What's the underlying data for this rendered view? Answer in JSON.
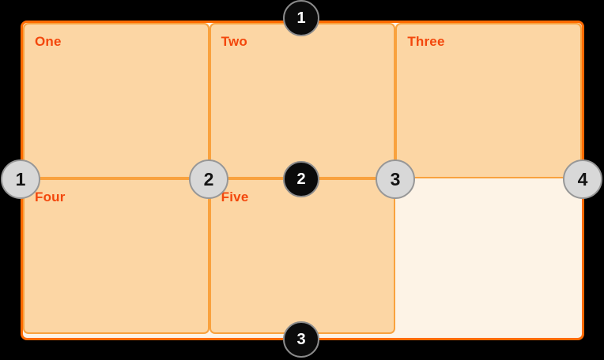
{
  "diagram": {
    "cells": [
      {
        "label": "One"
      },
      {
        "label": "Two"
      },
      {
        "label": "Three"
      },
      {
        "label": "Four"
      },
      {
        "label": "Five"
      }
    ],
    "row_line_markers": [
      {
        "number": "1"
      },
      {
        "number": "2"
      },
      {
        "number": "3"
      }
    ],
    "column_line_markers": [
      {
        "number": "1"
      },
      {
        "number": "2"
      },
      {
        "number": "3"
      },
      {
        "number": "4"
      }
    ]
  },
  "colors": {
    "background": "#000000",
    "container_border": "#ff6a00",
    "container_fill": "#fdf3e6",
    "cell_fill": "#fcd6a4",
    "cell_border": "#f9a23e",
    "label_color": "#f3470c",
    "row_marker_fill": "#0b0b0b",
    "row_marker_ring": "#8c8c8c",
    "row_marker_text": "#ffffff",
    "col_marker_fill": "#d8d8d8",
    "col_marker_ring": "#979797",
    "col_marker_text": "#141414"
  }
}
